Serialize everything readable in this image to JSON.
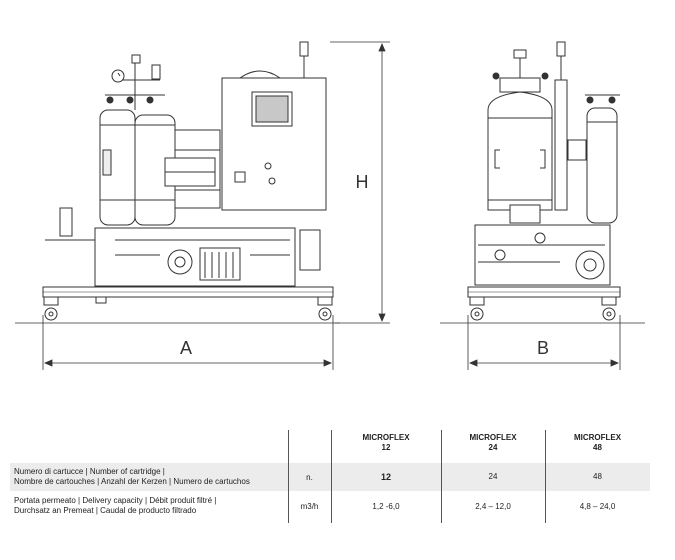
{
  "dimensions": {
    "width_label": "A",
    "depth_label": "B",
    "height_label": "H"
  },
  "spec_table": {
    "models": [
      {
        "name": "MICROFLEX",
        "size": "12"
      },
      {
        "name": "MICROFLEX",
        "size": "24"
      },
      {
        "name": "MICROFLEX",
        "size": "48"
      }
    ],
    "rows": [
      {
        "label_line1": "Numero di cartucce | Number of cartridge |",
        "label_line2": "Nombre de cartouches | Anzahl der Kerzen | Numero de cartuchos",
        "unit": "n.",
        "values": [
          "12",
          "24",
          "48"
        ]
      },
      {
        "label_line1": "Portata permeato | Delivery capacity | Débit produit filtré |",
        "label_line2": "Durchsatz an Premeat | Caudal de producto filtrado",
        "unit": "m3/h",
        "values": [
          "1,2 -6,0",
          "2,4 – 12,0",
          "4,8 – 24,0"
        ]
      }
    ]
  }
}
